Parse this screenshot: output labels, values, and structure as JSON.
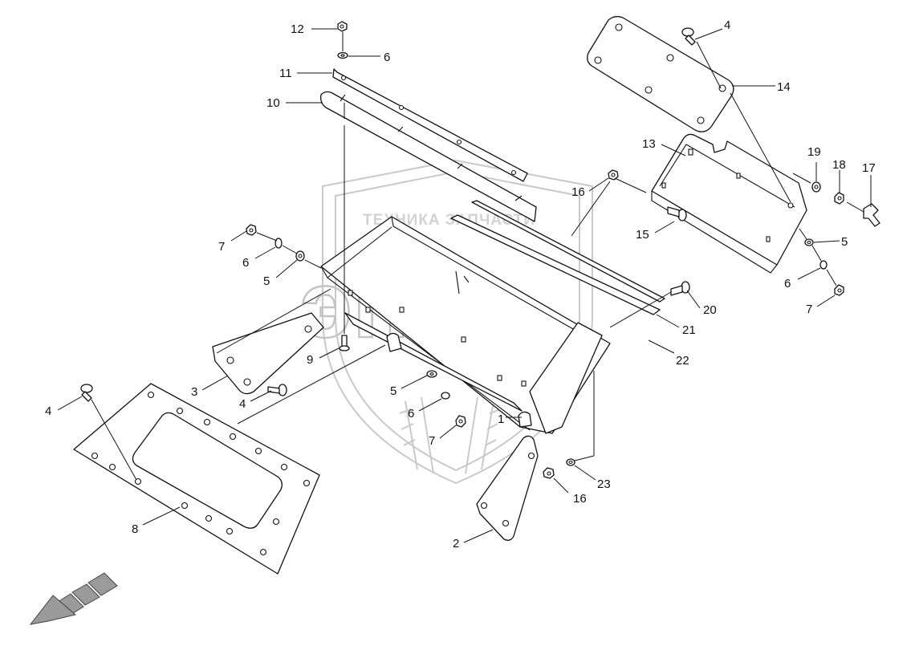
{
  "watermark": {
    "top_text": "ТЕХНИКА   ЗАПЧАСТИ",
    "logo_text": "эпф"
  },
  "callouts": [
    {
      "label": "1"
    },
    {
      "label": "2"
    },
    {
      "label": "3"
    },
    {
      "label": "4"
    },
    {
      "label": "4"
    },
    {
      "label": "4"
    },
    {
      "label": "5"
    },
    {
      "label": "5"
    },
    {
      "label": "5"
    },
    {
      "label": "6"
    },
    {
      "label": "6"
    },
    {
      "label": "6"
    },
    {
      "label": "6"
    },
    {
      "label": "7"
    },
    {
      "label": "7"
    },
    {
      "label": "7"
    },
    {
      "label": "8"
    },
    {
      "label": "9"
    },
    {
      "label": "10"
    },
    {
      "label": "11"
    },
    {
      "label": "12"
    },
    {
      "label": "13"
    },
    {
      "label": "14"
    },
    {
      "label": "15"
    },
    {
      "label": "16"
    },
    {
      "label": "16"
    },
    {
      "label": "17"
    },
    {
      "label": "18"
    },
    {
      "label": "19"
    },
    {
      "label": "20"
    },
    {
      "label": "21"
    },
    {
      "label": "22"
    },
    {
      "label": "23"
    }
  ],
  "icons": {
    "direction_arrow": "forward-direction-arrow-icon"
  }
}
